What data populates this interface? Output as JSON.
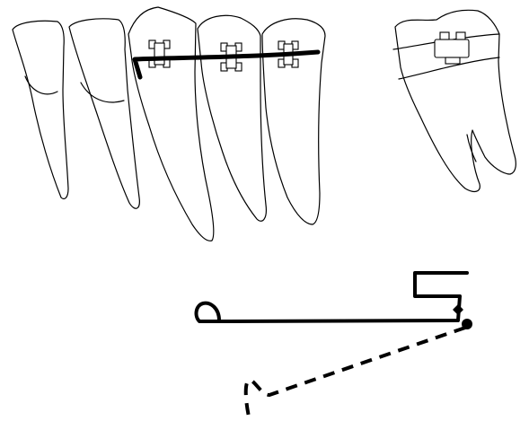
{
  "figure": {
    "labels": [],
    "colors": {
      "line": "#000000",
      "background": "#ffffff"
    },
    "parts": [
      {
        "name": "incisor-1",
        "kind": "tooth",
        "bracket": false
      },
      {
        "name": "incisor-2",
        "kind": "tooth",
        "bracket": false
      },
      {
        "name": "canine",
        "kind": "tooth",
        "bracket": true
      },
      {
        "name": "premolar-1",
        "kind": "tooth",
        "bracket": true
      },
      {
        "name": "premolar-2",
        "kind": "tooth",
        "bracket": true
      },
      {
        "name": "molar",
        "kind": "tooth",
        "band": true
      },
      {
        "name": "archwire",
        "kind": "wire"
      },
      {
        "name": "spring-active",
        "kind": "wire",
        "style": "solid"
      },
      {
        "name": "spring-passive",
        "kind": "wire",
        "style": "dashed"
      }
    ]
  }
}
